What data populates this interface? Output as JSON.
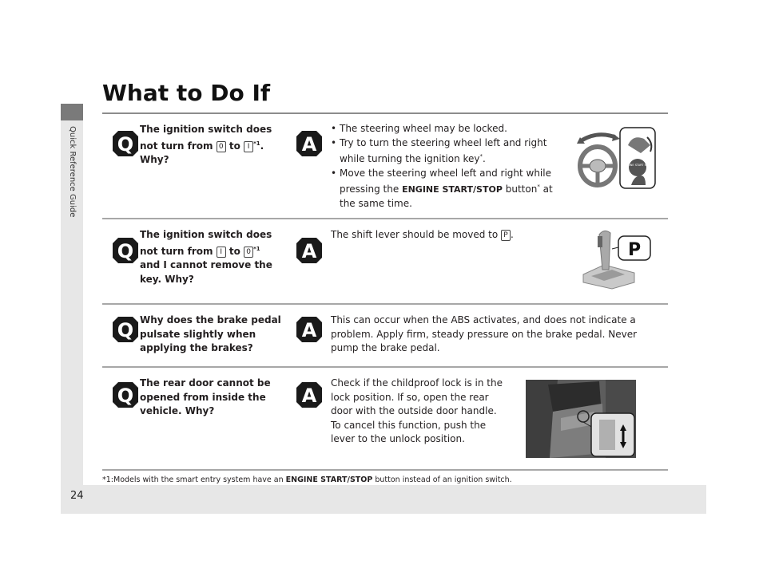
{
  "page": {
    "section_tab": "Quick Reference Guide",
    "title": "What to Do If",
    "page_number": "24"
  },
  "qa": [
    {
      "q_lines": [
        "The ignition switch does",
        "not turn from",
        "to",
        "Why?"
      ],
      "q_keys": [
        "0",
        "I"
      ],
      "q_sup": "*1",
      "q_period": ".",
      "answers": [
        "The steering wheel may be locked.",
        "Try to turn the steering wheel left and right while turning the ignition key",
        "Move the steering wheel left and right while pressing the",
        "button",
        "at the same time."
      ],
      "answer_sup": "*",
      "answer_key_end": ".",
      "answer_kw": "ENGINE START/STOP",
      "illus_labels": [
        "ENGINE START STOP"
      ]
    },
    {
      "q_lines": [
        "The ignition switch does",
        "not turn from",
        "to",
        "and I cannot remove the",
        "key. Why?"
      ],
      "q_keys": [
        "I",
        "0"
      ],
      "q_sup": "*1",
      "answer_pre": "The shift lever should be moved to",
      "answer_key": "P",
      "answer_end": ".",
      "illus_label": "P"
    },
    {
      "q_lines": [
        "Why does the brake pedal",
        "pulsate slightly when",
        "applying the brakes?"
      ],
      "answer": "This can occur when the ABS activates, and does not indicate a problem. Apply firm, steady pressure on the brake pedal. Never pump the brake pedal."
    },
    {
      "q_lines": [
        "The rear door cannot be",
        "opened from inside the",
        "vehicle. Why?"
      ],
      "answer_lines": [
        "Check if the childproof lock is in the",
        "lock position. If so, open the rear",
        "door with the outside door handle.",
        "To cancel this function, push the",
        "lever to the unlock position."
      ]
    }
  ],
  "badges": {
    "q": "Q",
    "a": "A"
  },
  "footnote": {
    "pre": "*1:Models with the smart entry system have an",
    "kw": "ENGINE START/STOP",
    "post": "button instead of an ignition switch."
  },
  "colors": {
    "badge": "#1a1a1a",
    "rule": "#a7a7a7",
    "band": "#e7e7e7",
    "tab_dark": "#7a7a7a"
  }
}
